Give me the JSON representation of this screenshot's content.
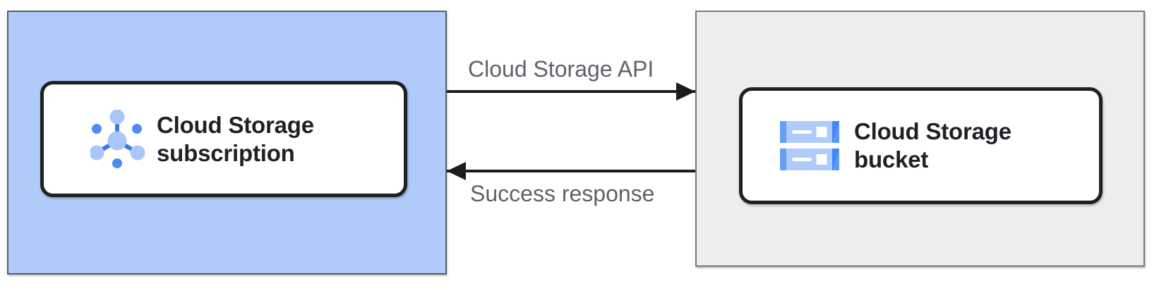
{
  "diagram": {
    "source_card": {
      "label_line1": "Cloud Storage",
      "label_line2": "subscription",
      "icon": "pubsub-subscription-icon"
    },
    "target_card": {
      "label_line1": "Cloud Storage",
      "label_line2": "bucket",
      "icon": "cloud-storage-bucket-icon"
    },
    "request_arrow": {
      "label": "Cloud Storage API",
      "direction": "right"
    },
    "response_arrow": {
      "label": "Success response",
      "direction": "left"
    }
  },
  "colors": {
    "source_zone_bg": "#AECBFA",
    "target_zone_bg": "#EDEDED",
    "card_bg": "#FFFFFF",
    "card_border": "#1E2021",
    "arrow": "#1B1C1E",
    "flow_label_text": "#5F6368",
    "card_label_text": "#1F2125",
    "icon_blue_light": "#A9C7FA",
    "icon_blue_medium": "#669DF6",
    "icon_blue_dark": "#4285F4"
  }
}
